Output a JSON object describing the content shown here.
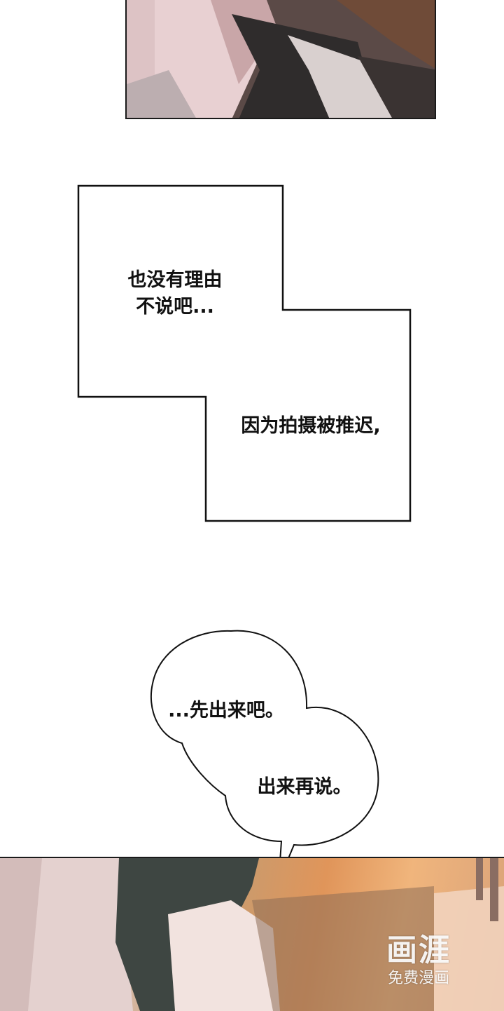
{
  "narration_box": {
    "line1": "也没有理由",
    "line2": "不说吧...",
    "line3": "因为拍摄被推迟,"
  },
  "speech_bubble": {
    "line1": "...先出来吧。",
    "line2": "出来再说。"
  },
  "watermark": {
    "logo": "画涯",
    "subtitle": "免费漫画"
  }
}
